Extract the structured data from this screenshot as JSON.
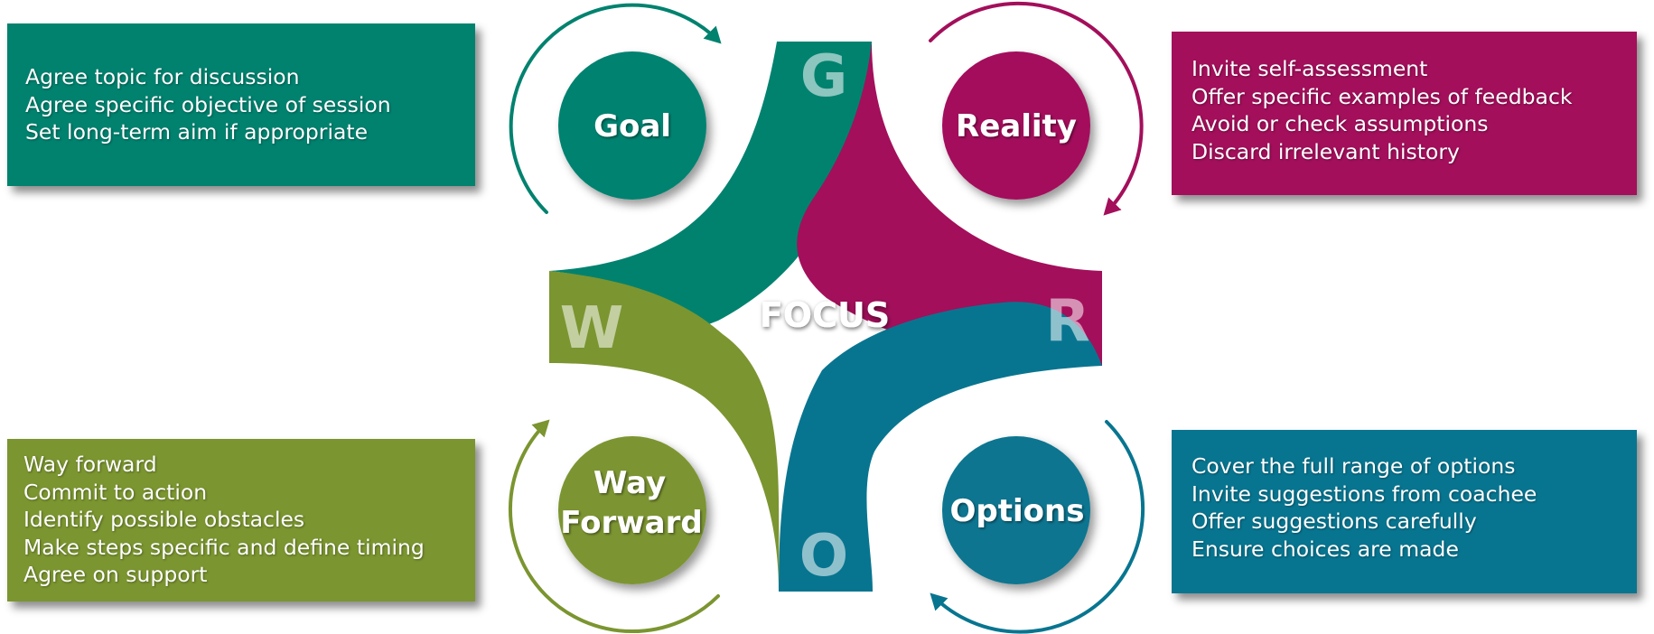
{
  "diagram": {
    "center_label": "FOCUS",
    "colors": {
      "goal": "#00826f",
      "reality": "#a30f5b",
      "options": "#087590",
      "way_forward": "#7b9530"
    },
    "quadrants": {
      "goal": {
        "letter": "G",
        "circle_label": "Goal"
      },
      "reality": {
        "letter": "R",
        "circle_label": "Reality"
      },
      "options": {
        "letter": "O",
        "circle_label": "Options"
      },
      "way_forward": {
        "letter": "W",
        "circle_label_line1": "Way",
        "circle_label_line2": "Forward"
      }
    }
  },
  "boxes": {
    "goal": {
      "lines": [
        "Agree topic for discussion",
        "Agree specific objective of session",
        "Set long-term aim if appropriate"
      ]
    },
    "reality": {
      "lines": [
        "Invite self-assessment",
        "Offer specific examples of feedback",
        "Avoid or check assumptions",
        "Discard irrelevant history"
      ]
    },
    "way_forward": {
      "lines": [
        "Way forward",
        "Commit to action",
        "Identify possible obstacles",
        "Make steps specific and define timing",
        "Agree on support"
      ]
    },
    "options": {
      "lines": [
        "Cover the full range of options",
        "Invite suggestions from coachee",
        "Offer suggestions carefully",
        "Ensure choices are made"
      ]
    }
  }
}
